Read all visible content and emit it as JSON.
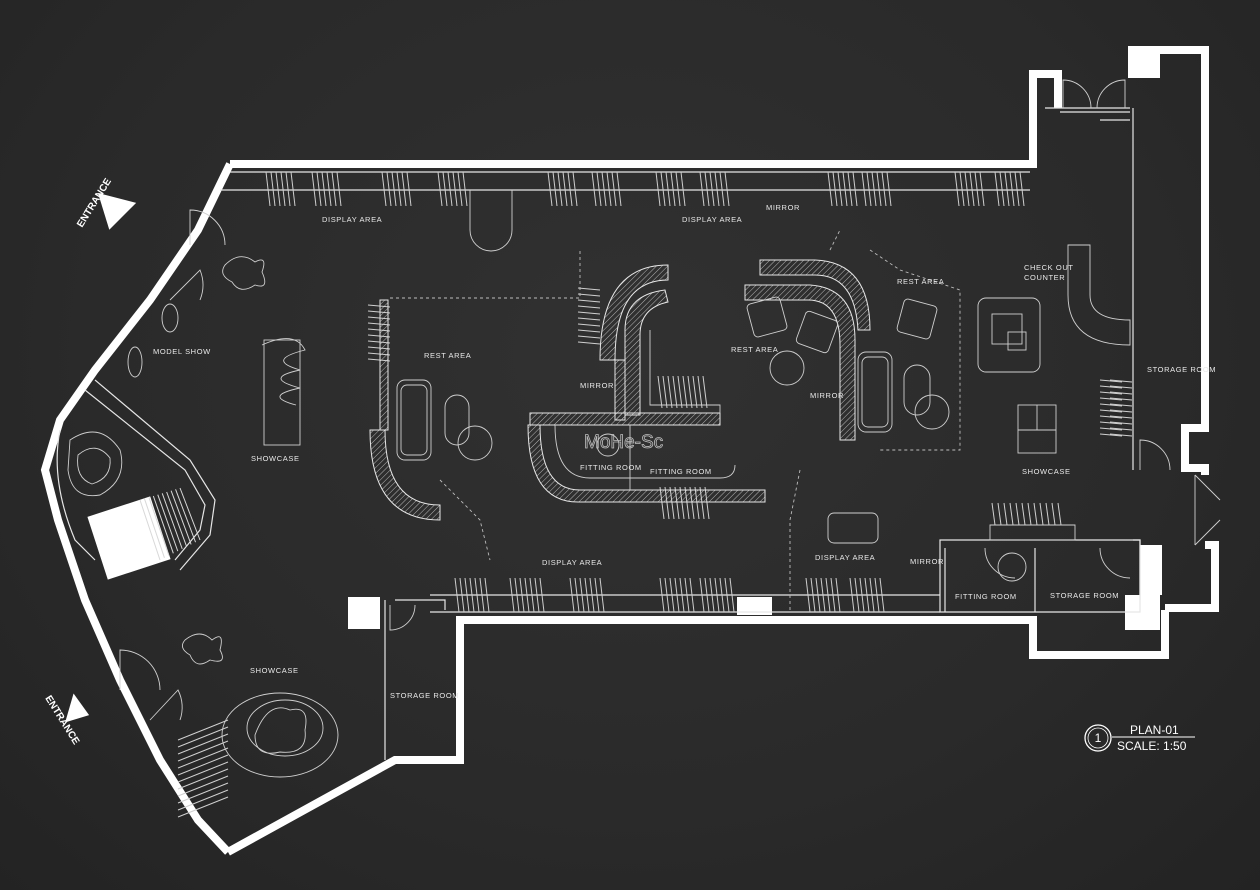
{
  "labels": {
    "display_area": "DISPLAY AREA",
    "mirror": "MIRROR",
    "rest_area": "REST  AREA",
    "rest_area_right": "REST  AREA",
    "check_out_1": "CHECK OUT",
    "check_out_2": "COUNTER",
    "model_show": "MODEL SHOW",
    "showcase": "SHOWCASE",
    "fitting_room": "FITTING ROOM",
    "storage_room": "STORAGE ROOM",
    "entrance": "ENTRANCE",
    "watermark": "MoHe-Sc"
  },
  "title_block": {
    "number": "1",
    "plan": "PLAN-01",
    "scale": "SCALE: 1:50"
  },
  "colors": {
    "background": "#2b2b2b",
    "wall": "#ffffff",
    "linework": "#e6e6e6"
  }
}
